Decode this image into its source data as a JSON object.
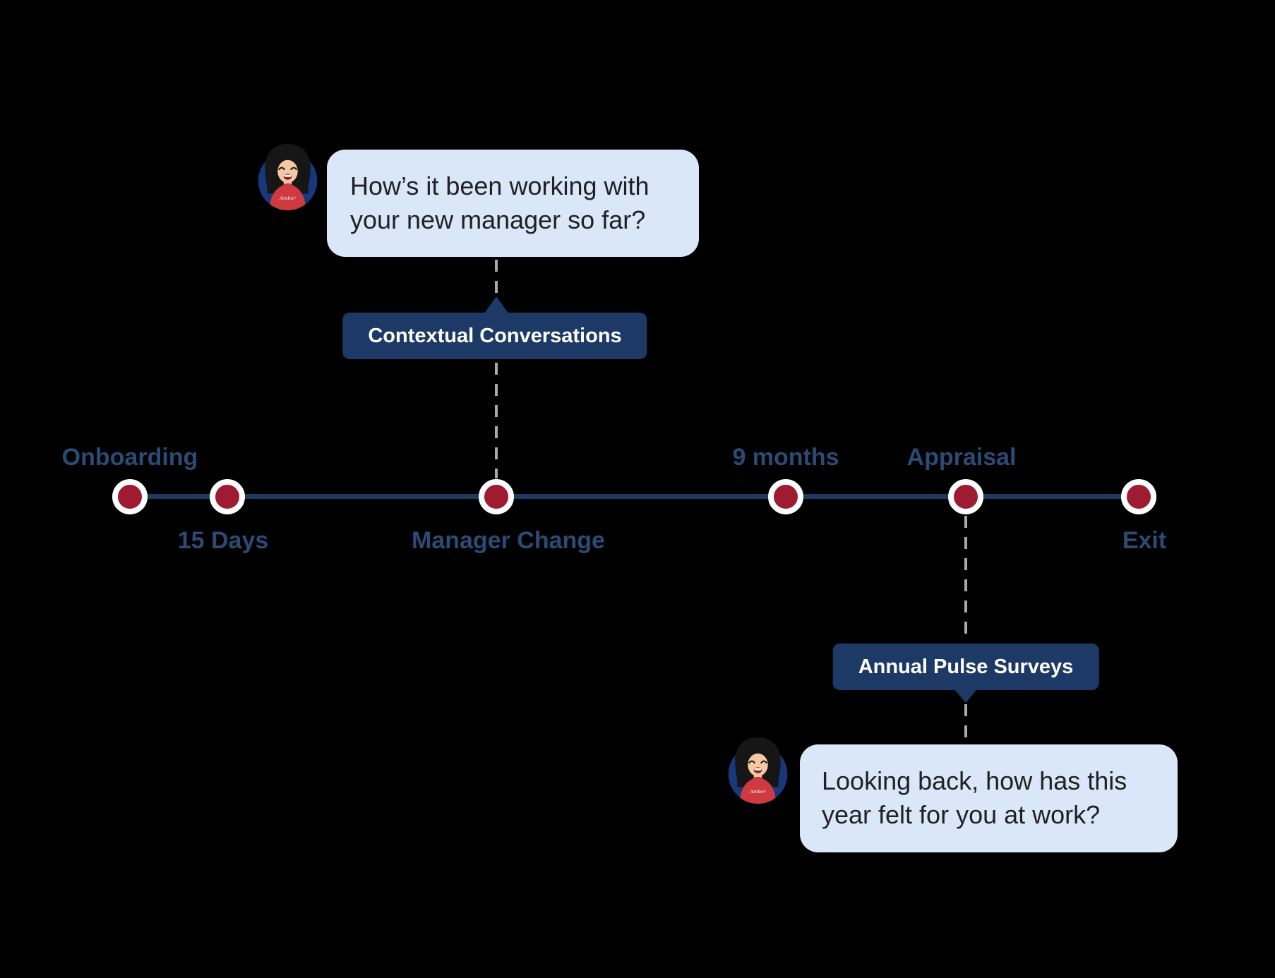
{
  "colors": {
    "background": "#000000",
    "timeline_line": "#1b3a5f",
    "dot_red": "#9e1b32",
    "dot_ring": "#ffffff",
    "label_blue": "#2b4a74",
    "badge_navy": "#1d3a66",
    "badge_text": "#ffffff",
    "bubble_bg": "#d9e7f8",
    "bubble_text": "#202124",
    "dash_gray": "#a9a9a9",
    "avatar_bg": "#17397c",
    "avatar_shirt": "#ce3a40",
    "avatar_hair": "#161616",
    "avatar_skin": "#f3c9a4"
  },
  "avatar": {
    "shirt_label": "Amber"
  },
  "timeline": {
    "milestones": [
      {
        "id": "onboarding",
        "label": "Onboarding"
      },
      {
        "id": "15-days",
        "label": "15 Days"
      },
      {
        "id": "manager-change",
        "label": "Manager Change"
      },
      {
        "id": "9-months",
        "label": "9 months"
      },
      {
        "id": "appraisal",
        "label": "Appraisal"
      },
      {
        "id": "exit",
        "label": "Exit"
      }
    ]
  },
  "callouts": {
    "contextual": {
      "badge": "Contextual Conversations",
      "message_lines": [
        "How’s it been working with",
        "your new manager so far?"
      ]
    },
    "annual": {
      "badge": "Annual Pulse Surveys",
      "message_lines": [
        "Looking back, how has this",
        "year felt for you at work?"
      ]
    }
  }
}
